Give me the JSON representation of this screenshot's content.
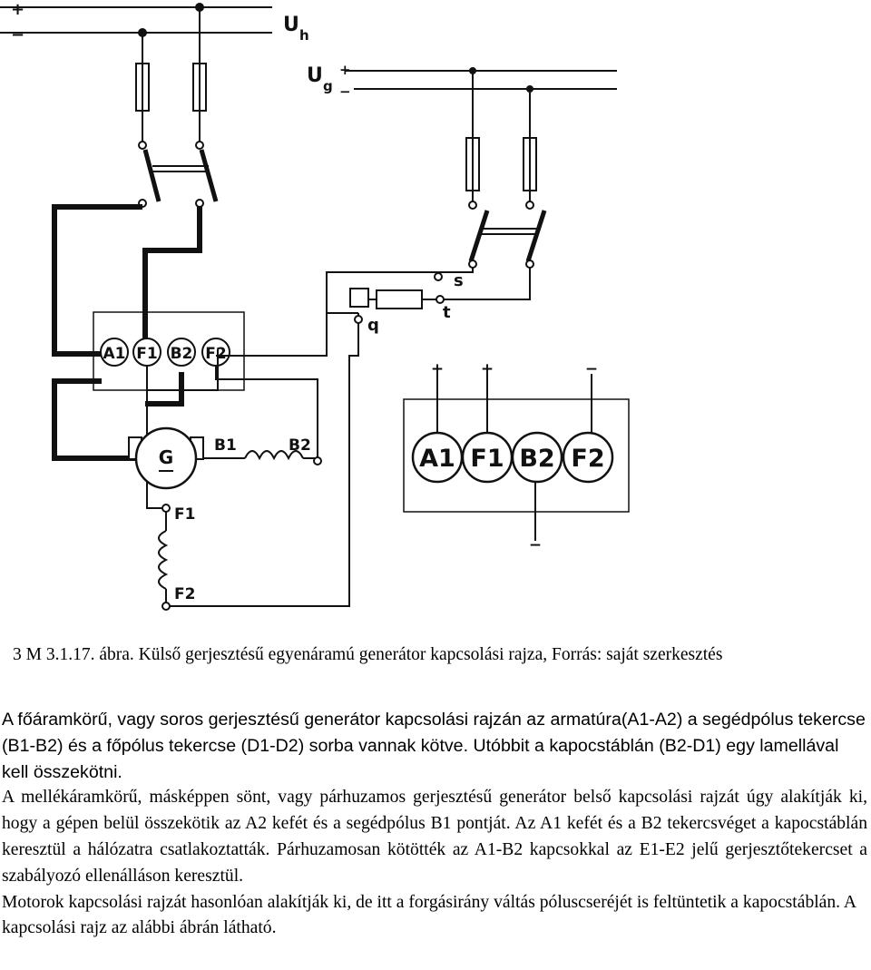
{
  "diagram": {
    "supply_h": {
      "plus": "+",
      "minus": "−",
      "label_main": "U",
      "label_sub": "h"
    },
    "supply_g": {
      "plus": "+",
      "minus": "−",
      "label_main": "U",
      "label_sub": "g"
    },
    "left_board": {
      "terminals": [
        "A1",
        "F1",
        "B2",
        "F2"
      ]
    },
    "right_board": {
      "terminals": [
        "A1",
        "F1",
        "B2",
        "F2"
      ],
      "top_signs": [
        "+",
        "+",
        "−"
      ],
      "bottom_sign": "−"
    },
    "generator": {
      "label": "G"
    },
    "interpole": {
      "start": "B1",
      "end": "B2"
    },
    "field": {
      "start": "F1",
      "end": "F2"
    },
    "rheostat": {
      "s": "s",
      "t": "t",
      "q": "q"
    }
  },
  "caption": "3 M 3.1.17. ábra. Külső gerjesztésű egyenáramú generátor kapcsolási rajza, Forrás: saját szerkesztés",
  "paragraphs": [
    "A főáramkörű, vagy soros gerjesztésű generátor kapcsolási rajzán az armatúra(A1-A2) a segédpólus tekercse (B1-B2) és a főpólus tekercse (D1-D2) sorba vannak kötve. Utóbbit a kapocstáblán (B2-D1) egy lamellával kell összekötni.",
    "A mellékáramkörű, másképpen sönt, vagy párhuzamos gerjesztésű generátor belső kapcsolási rajzát úgy alakítják ki, hogy a gépen belül összekötik az A2 kefét és a segédpólus B1 pontját. Az A1 kefét és a B2 tekercsvéget a kapocstáblán keresztül a hálózatra csatlakoztatták. Párhuzamosan kötötték az A1-B2 kapcsokkal az E1-E2 jelű gerjesztőtekercset a szabályozó ellenálláson keresztül.",
    "Motorok kapcsolási rajzát hasonlóan alakítják ki, de itt a forgásirány váltás póluscseréjét is feltüntetik a kapocstáblán. A kapcsolási rajz az alábbi ábrán látható."
  ]
}
